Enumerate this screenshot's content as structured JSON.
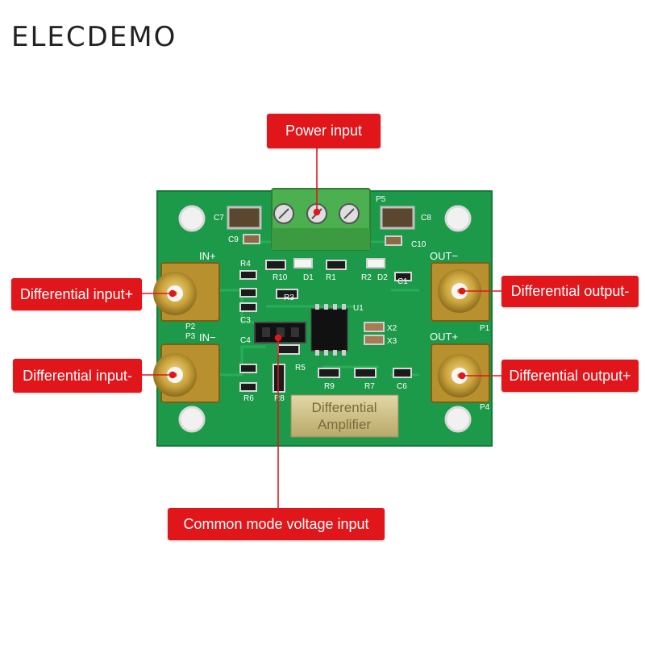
{
  "brand": "ELECDEMO",
  "board": {
    "plate_line1": "Differential",
    "plate_line2": "Amplifier",
    "silkscreen": {
      "in_plus": "IN+",
      "in_minus": "IN−",
      "out_minus": "OUT−",
      "out_plus": "OUT+",
      "c7": "C7",
      "c8": "C8",
      "c9": "C9",
      "c10": "C10",
      "p5": "P5",
      "r4": "R4",
      "r10": "R10",
      "d1": "D1",
      "r1": "R1",
      "r2": "R2",
      "d2": "D2",
      "c1": "C1",
      "r3": "R3",
      "u1": "U1",
      "c3": "C3",
      "c4": "C4",
      "x2": "X2",
      "x3": "X3",
      "r5": "R5",
      "r9": "R9",
      "r7": "R7",
      "c6": "C6",
      "r6": "R6",
      "r8": "R8",
      "p2": "P2",
      "p3": "P3",
      "p1": "P1",
      "p4": "P4"
    }
  },
  "callouts": {
    "power_input": "Power input",
    "diff_input_plus": "Differential input+",
    "diff_input_minus": "Differential input-",
    "diff_output_minus": "Differential output-",
    "diff_output_plus": "Differential output+",
    "common_mode": "Common mode voltage input"
  },
  "colors": {
    "callout": "#e0161b",
    "pcb": "#1c9a4a",
    "terminal": "#4caf50",
    "gold": "#c9a23a"
  }
}
